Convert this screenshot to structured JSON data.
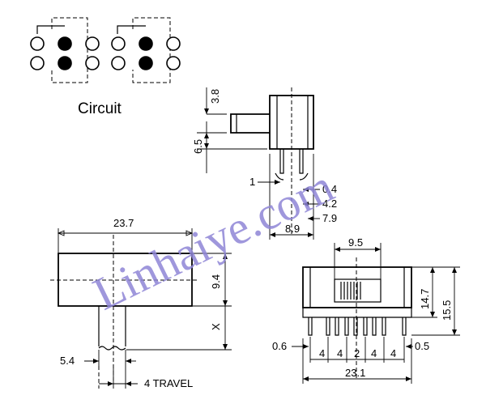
{
  "circuit": {
    "title": "Circuit"
  },
  "watermark": {
    "text": "Linhaiye.com"
  },
  "dims": {
    "width_23_7": "23.7",
    "height_9_4": "9.4",
    "x": "X",
    "actuator_5_4": "5.4",
    "travel": "4 TRAVEL",
    "side_3_8": "3.8",
    "side_6_5": "6.5",
    "side_1": "1",
    "side_0_4": "0.4",
    "side_4_2": "4.2",
    "side_7_9": "7.9",
    "side_8_9": "8.9",
    "front_9_5": "9.5",
    "front_14_7": "14.7",
    "front_15_5": "15.5",
    "front_0_6": "0.6",
    "front_0_5": "0.5",
    "pitch_a": "4",
    "pitch_b": "4",
    "pitch_c": "2",
    "pitch_d": "4",
    "pitch_e": "4",
    "front_23_1": "23.1"
  }
}
